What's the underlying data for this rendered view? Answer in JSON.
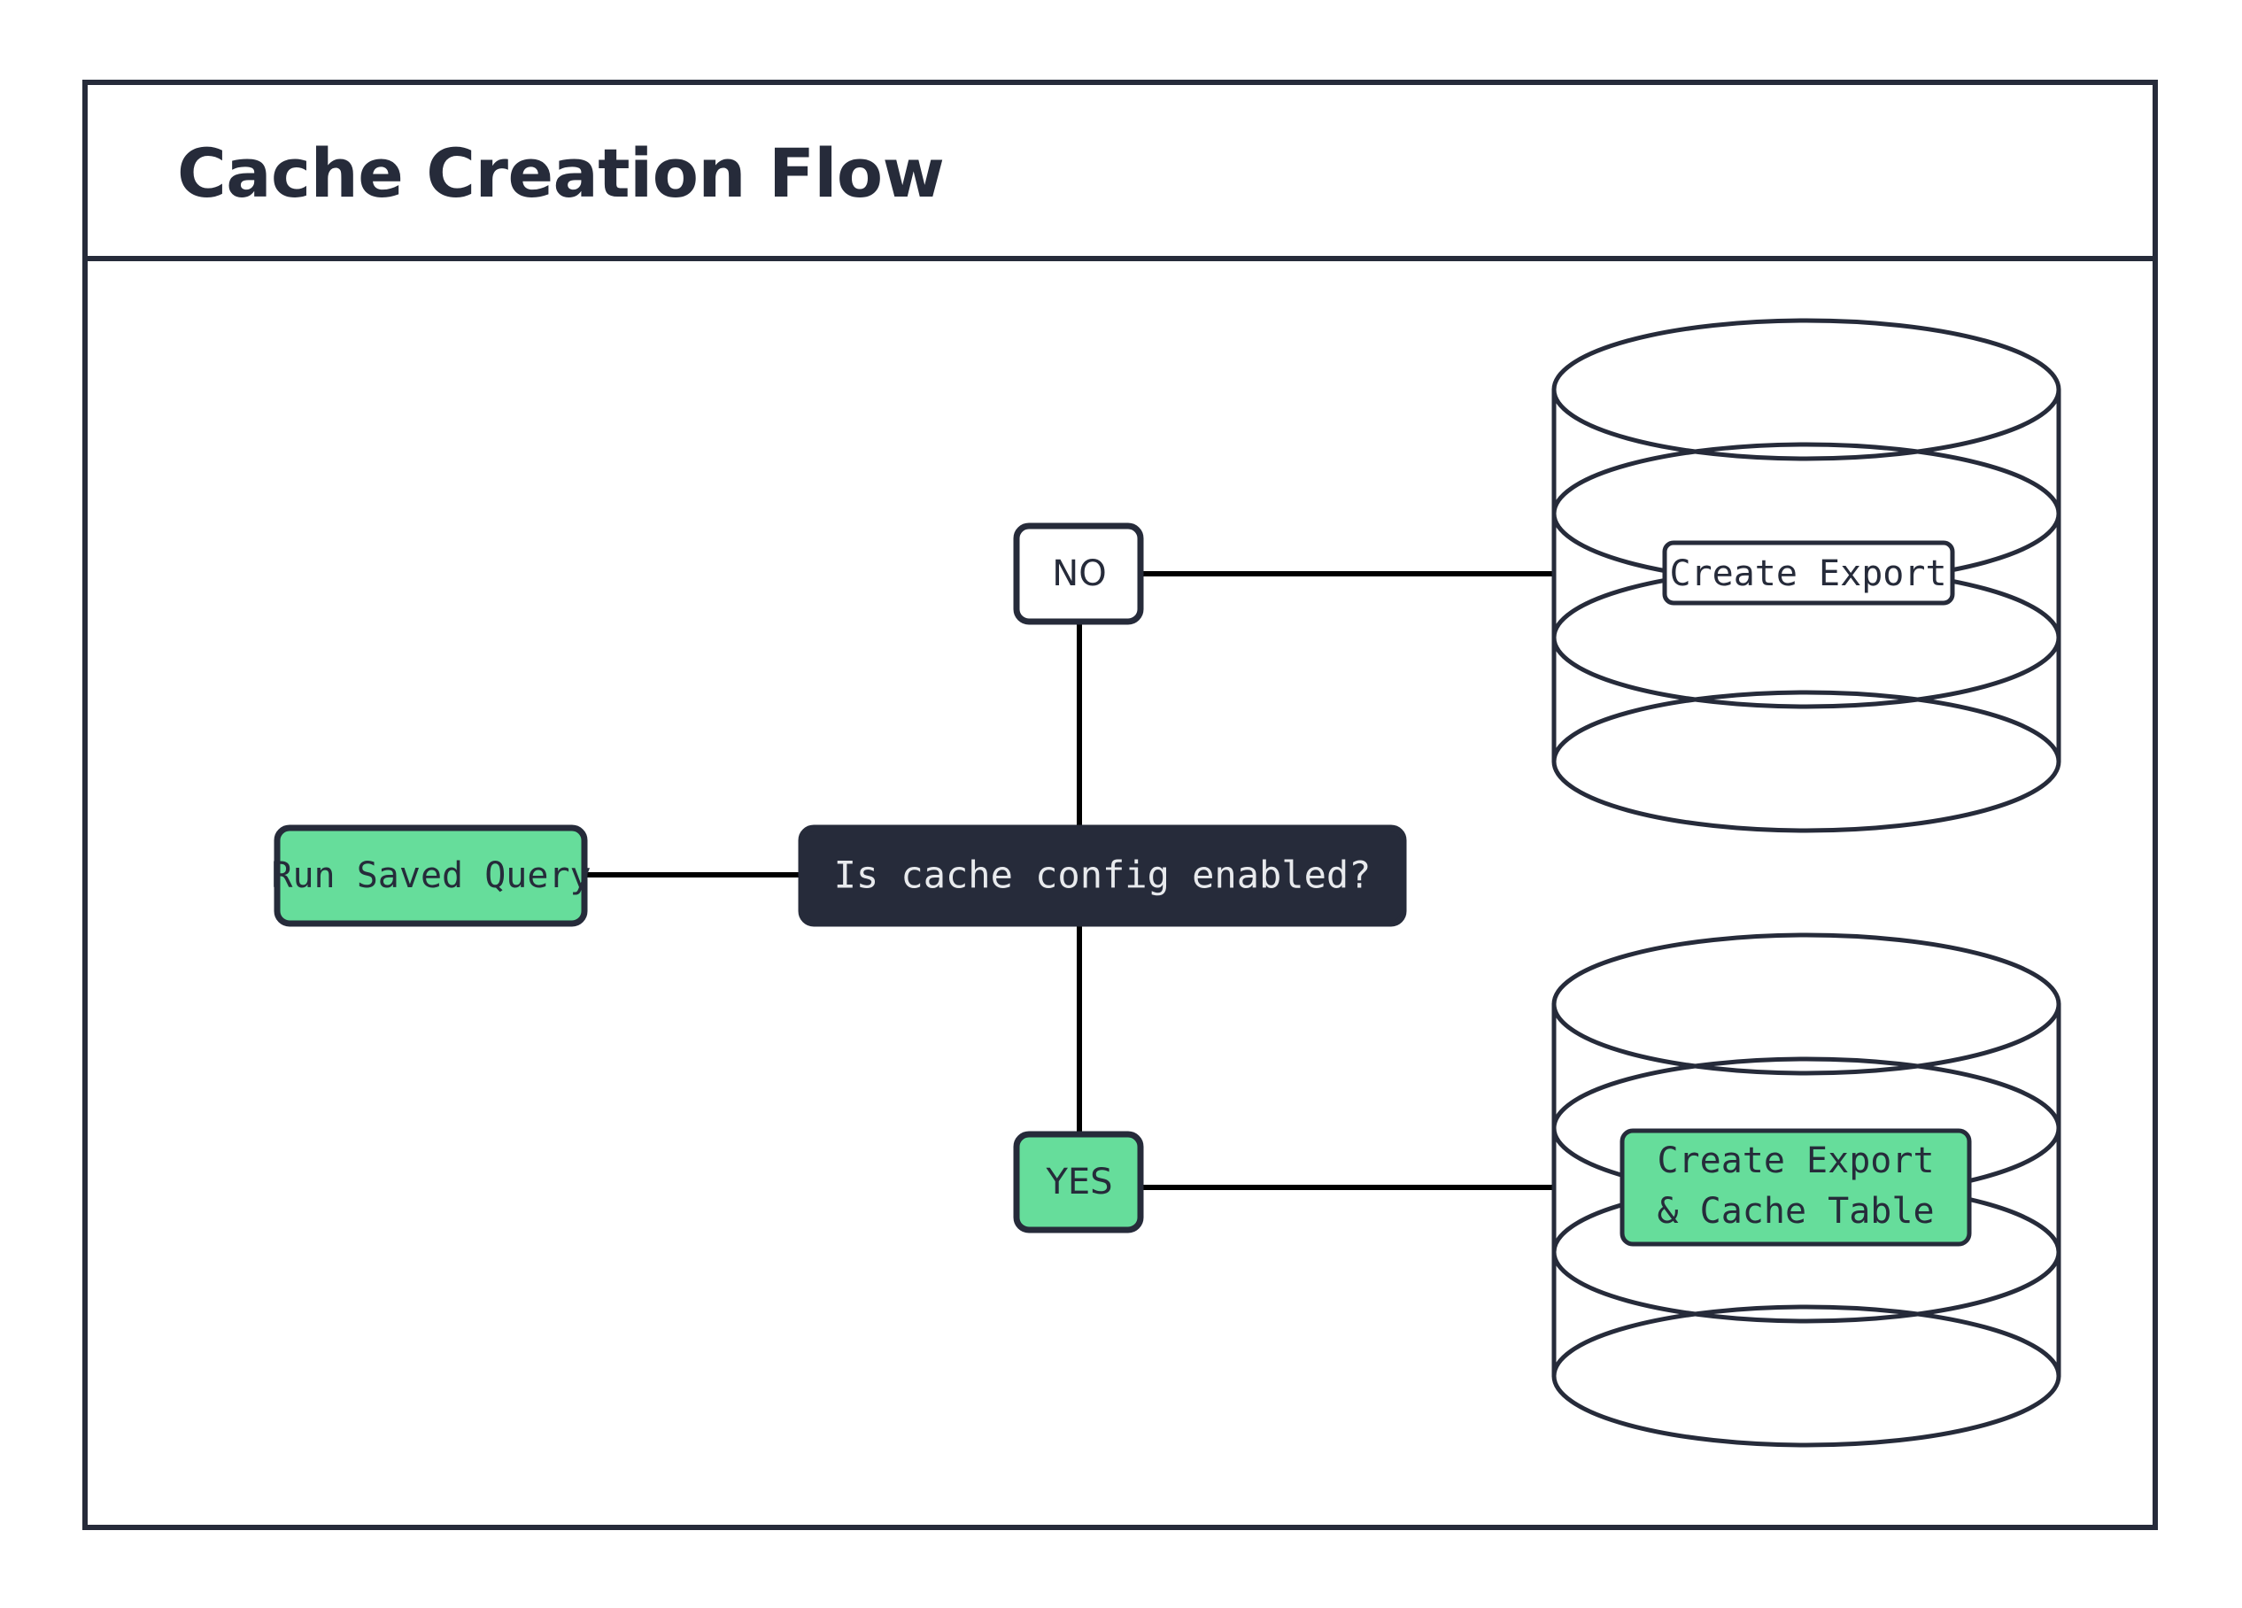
{
  "diagram": {
    "title": "Cache Creation Flow",
    "colors": {
      "ink": "#262B3A",
      "green": "#66DD9B",
      "white": "#FFFFFF",
      "connector": "#000000",
      "decision_text": "#E8EAED"
    },
    "nodes": {
      "start": {
        "label": "Run Saved Query",
        "shape": "rounded-rect",
        "fill": "green"
      },
      "decision": {
        "label": "Is cache config enabled?",
        "shape": "rounded-rect",
        "fill": "dark"
      },
      "branch_no": {
        "label": "NO",
        "shape": "rounded-rect",
        "fill": "white"
      },
      "branch_yes": {
        "label": "YES",
        "shape": "rounded-rect",
        "fill": "green"
      },
      "db_top": {
        "shape": "database-cylinder",
        "fill": "white",
        "label_box_fill": "white",
        "label_line_1": "Create Export"
      },
      "db_bottom": {
        "shape": "database-cylinder",
        "fill": "white",
        "label_box_fill": "green",
        "label_line_1": "Create Export",
        "label_line_2": "& Cache Table"
      }
    },
    "edges": [
      {
        "from": "start",
        "to": "decision",
        "label": ""
      },
      {
        "from": "decision",
        "to": "branch_no",
        "label": ""
      },
      {
        "from": "decision",
        "to": "branch_yes",
        "label": ""
      },
      {
        "from": "branch_no",
        "to": "db_top",
        "label": ""
      },
      {
        "from": "branch_yes",
        "to": "db_bottom",
        "label": ""
      }
    ]
  }
}
